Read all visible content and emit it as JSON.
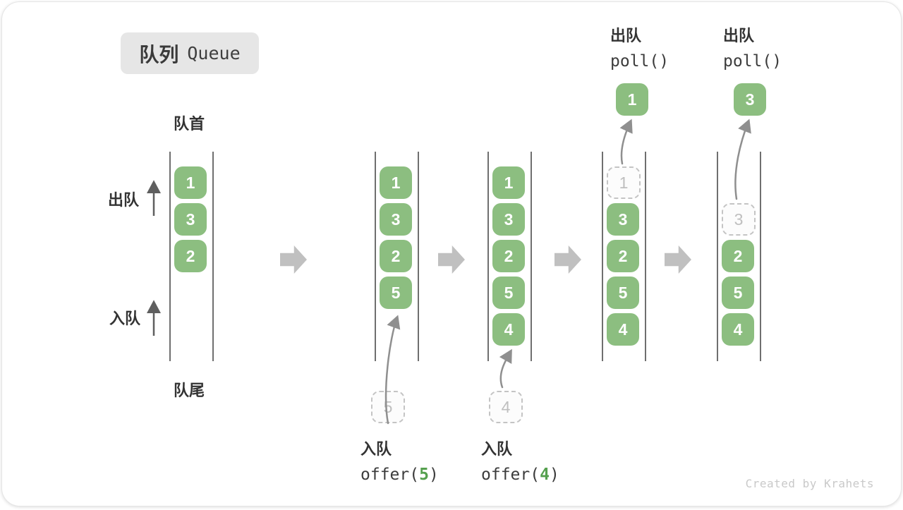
{
  "title": {
    "zh": "队列",
    "en": "Queue"
  },
  "labels": {
    "front": "队首",
    "rear": "队尾",
    "dequeue": "出队",
    "enqueue": "入队"
  },
  "states": [
    {
      "items": [
        "1",
        "3",
        "2"
      ]
    },
    {
      "items": [
        "1",
        "3",
        "2",
        "5"
      ],
      "pending": "5"
    },
    {
      "items": [
        "1",
        "3",
        "2",
        "5",
        "4"
      ],
      "pending": "4"
    },
    {
      "items": [
        "3",
        "2",
        "5",
        "4"
      ],
      "removed": "1",
      "polled": "1"
    },
    {
      "items": [
        "2",
        "5",
        "4"
      ],
      "removed": "3",
      "polled": "3"
    }
  ],
  "operations": {
    "enqueue5": {
      "label": "入队",
      "code_pre": "offer(",
      "arg": "5",
      "code_post": ")"
    },
    "enqueue4": {
      "label": "入队",
      "code_pre": "offer(",
      "arg": "4",
      "code_post": ")"
    },
    "poll1": {
      "label": "出队",
      "code": "poll()"
    },
    "poll2": {
      "label": "出队",
      "code": "poll()"
    }
  },
  "footer": {
    "credit": "Created by Krahets"
  },
  "colors": {
    "item_green": "#8cbe80",
    "code_arg_green": "#55a04e",
    "step_arrow_gray": "#c0c0c0",
    "dashed_gray": "#c4c4c4",
    "line_gray": "#6f6f6f",
    "text_dark": "#3c3c3c",
    "credit_gray": "#c9c9c9"
  }
}
